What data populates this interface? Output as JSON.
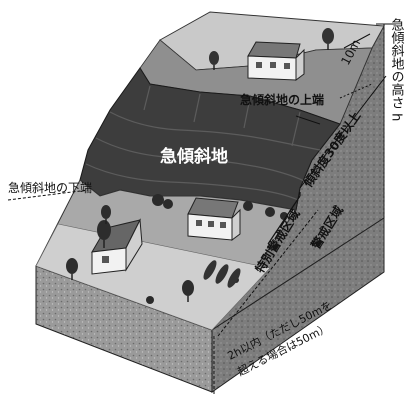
{
  "labels": {
    "steep_slope": "急傾斜地",
    "upper_edge": "急傾斜地の上端",
    "lower_edge": "急傾斜地の下端",
    "height": "急傾斜地の高さ h",
    "upper_distance": "10m",
    "slope_angle": "傾斜度30度以上",
    "special_zone": "特別警戒区域",
    "warning_zone": "警戒区域",
    "distance_line1": "2h以内（ただし50mを",
    "distance_line2": "超える場合は50m）"
  },
  "colors": {
    "upper_plateau": "#c9c9c9",
    "upper_band": "#8a8a8a",
    "steep_face": "#3d3d3d",
    "lower_ground": "#a9a9a9",
    "lower_band": "#cfcfcf",
    "soil_block": "#9a9a9a"
  }
}
